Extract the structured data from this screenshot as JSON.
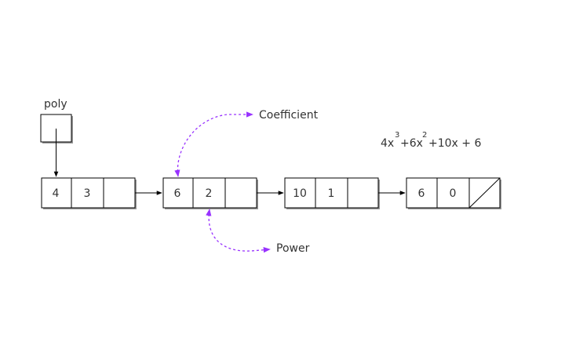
{
  "head": {
    "label": "poly"
  },
  "nodes": [
    {
      "coefficient": "4",
      "power": "3",
      "next": "pointer"
    },
    {
      "coefficient": "6",
      "power": "2",
      "next": "pointer"
    },
    {
      "coefficient": "10",
      "power": "1",
      "next": "pointer"
    },
    {
      "coefficient": "6",
      "power": "0",
      "next": "null"
    }
  ],
  "annotations": {
    "coefficient": "Coefficient",
    "power": "Power"
  },
  "polynomial": {
    "t1": "4x",
    "e1": "3",
    "t2": "+6x",
    "e2": "2",
    "t3": "+10x + 6"
  },
  "colors": {
    "node_border": "#000000",
    "shadow": "#999999",
    "arrow": "#000000",
    "annotation": "#9933ff",
    "text": "#333333"
  }
}
